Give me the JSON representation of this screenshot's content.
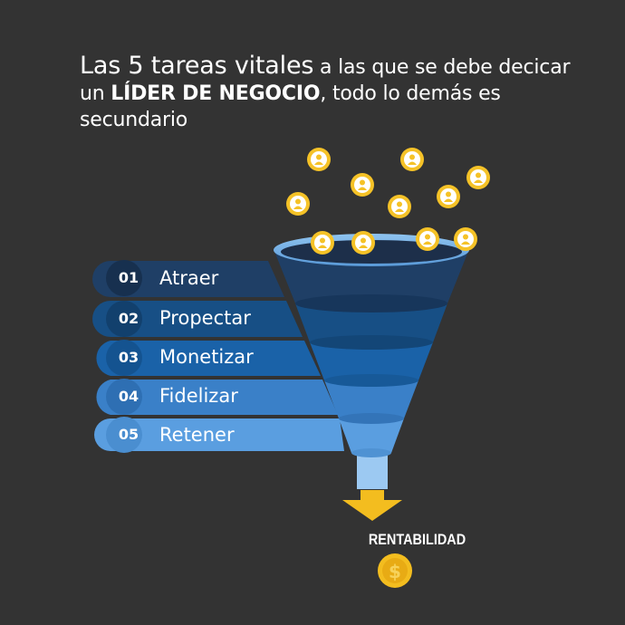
{
  "title": {
    "part1": "Las 5 tareas vitales",
    "part2": " a las que se debe decicar un ",
    "part3": "LÍDER DE NEGOCIO",
    "part4": ", todo lo demás es secundario"
  },
  "steps": [
    {
      "number": "01",
      "label": "Atraer",
      "color": "#1f3f66"
    },
    {
      "number": "02",
      "label": "Propectar",
      "color": "#174f85"
    },
    {
      "number": "03",
      "label": "Monetizar",
      "color": "#1a62a8"
    },
    {
      "number": "04",
      "label": "Fidelizar",
      "color": "#3a80c8"
    },
    {
      "number": "05",
      "label": "Retener",
      "color": "#5a9ee0"
    }
  ],
  "outcome": {
    "label": "RENTABILIDAD",
    "icon": "dollar-coin-icon"
  },
  "icons": {
    "people": "person-icon",
    "arrow": "arrow-down-icon"
  },
  "colors": {
    "background": "#333333",
    "coin": "#f5c227",
    "arrow": "#f3bd1f"
  }
}
